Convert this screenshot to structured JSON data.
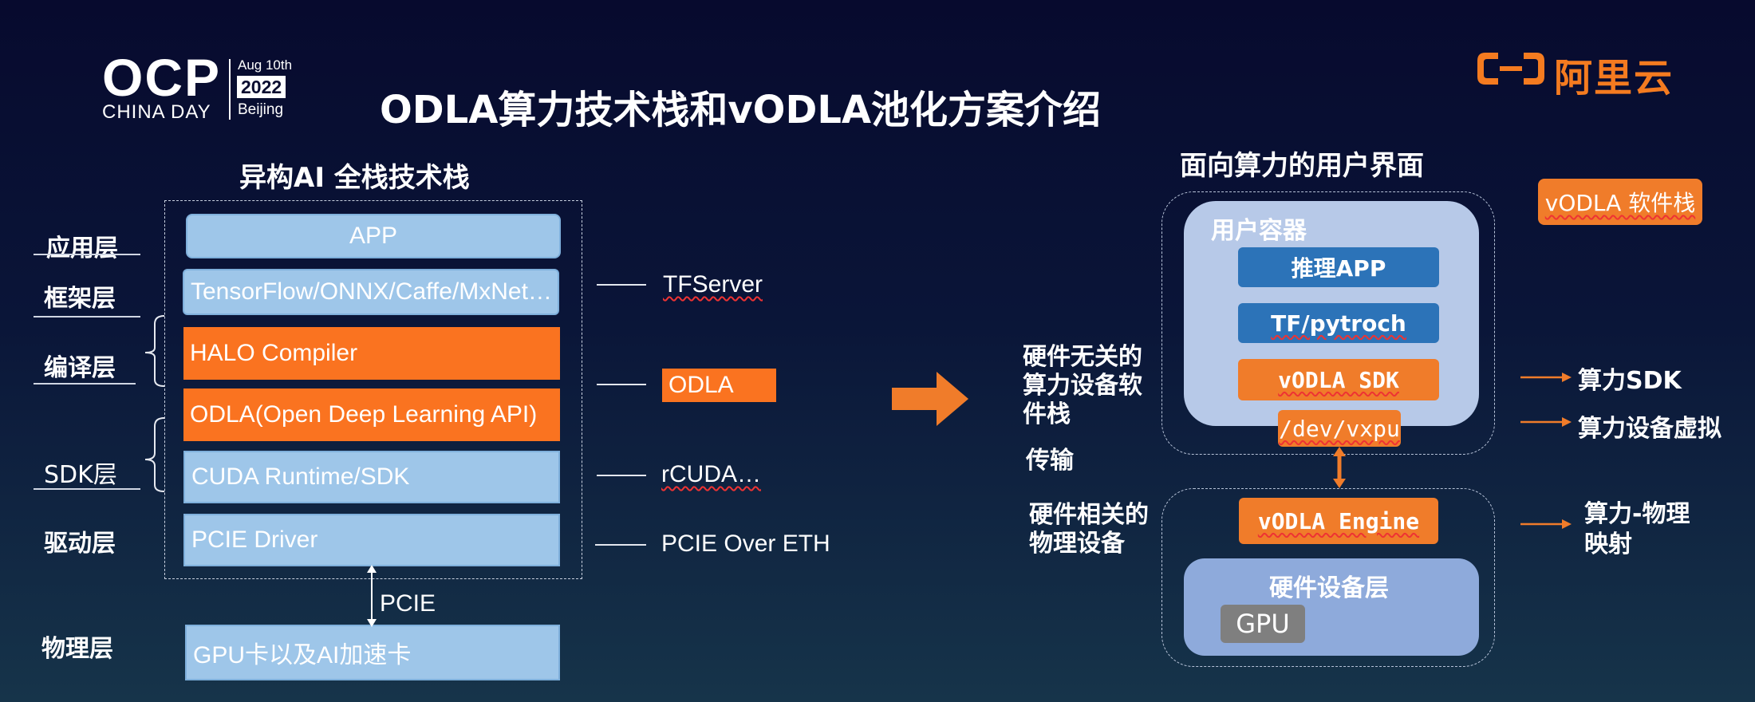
{
  "header": {
    "ocp_title": "OCP",
    "ocp_subtitle": "CHINA DAY",
    "event_date": "Aug 10th",
    "event_year": "2022",
    "event_city": "Beijing",
    "title": "ODLA算力技术栈和vODLA池化方案介绍",
    "brand_name": "阿里云"
  },
  "left": {
    "title": "异构AI 全栈技术栈",
    "layers": {
      "app": "应用层",
      "framework": "框架层",
      "compiler": "编译层",
      "sdk": "SDK层",
      "driver": "驱动层",
      "physical": "物理层"
    },
    "boxes": {
      "app": "APP",
      "framework": "TensorFlow/ONNX/Caffe/MxNet…",
      "halo": "HALO Compiler",
      "odla": "ODLA(Open Deep Learning API)",
      "cuda": "CUDA Runtime/SDK",
      "pcie_driver": "PCIE Driver",
      "gpu": "GPU卡以及AI加速卡"
    },
    "pcie_label": "PCIE",
    "right_labels": {
      "tfserver": "TFServer",
      "odla": "ODLA",
      "rcuda": "rCUDA…",
      "pcie_eth": "PCIE Over ETH"
    }
  },
  "right": {
    "title": "面向算力的用户界面",
    "container_title": "用户容器",
    "infer_app": "推理APP",
    "tf": "TF/pytroch",
    "vodla_sdk": "vODLA SDK",
    "dev": "/dev/vxpu",
    "engine": "vODLA Engine",
    "hw_layer": "硬件设备层",
    "gpu": "GPU",
    "mid_hw_indep": [
      "硬件无关的",
      "算力设备软",
      "件栈"
    ],
    "mid_transfer": "传输",
    "mid_hw_dep": [
      "硬件相关的",
      "物理设备"
    ],
    "badge": "vODLA 软件栈",
    "side_sdk": "算力SDK",
    "side_virtual": "算力设备虚拟",
    "side_mapping": [
      "算力-物理",
      "映射"
    ]
  },
  "colors": {
    "orange": "#fa7320",
    "light_blue": "#9ec6e9",
    "dark_blue": "#2c73b8",
    "background": "#070a2e"
  }
}
